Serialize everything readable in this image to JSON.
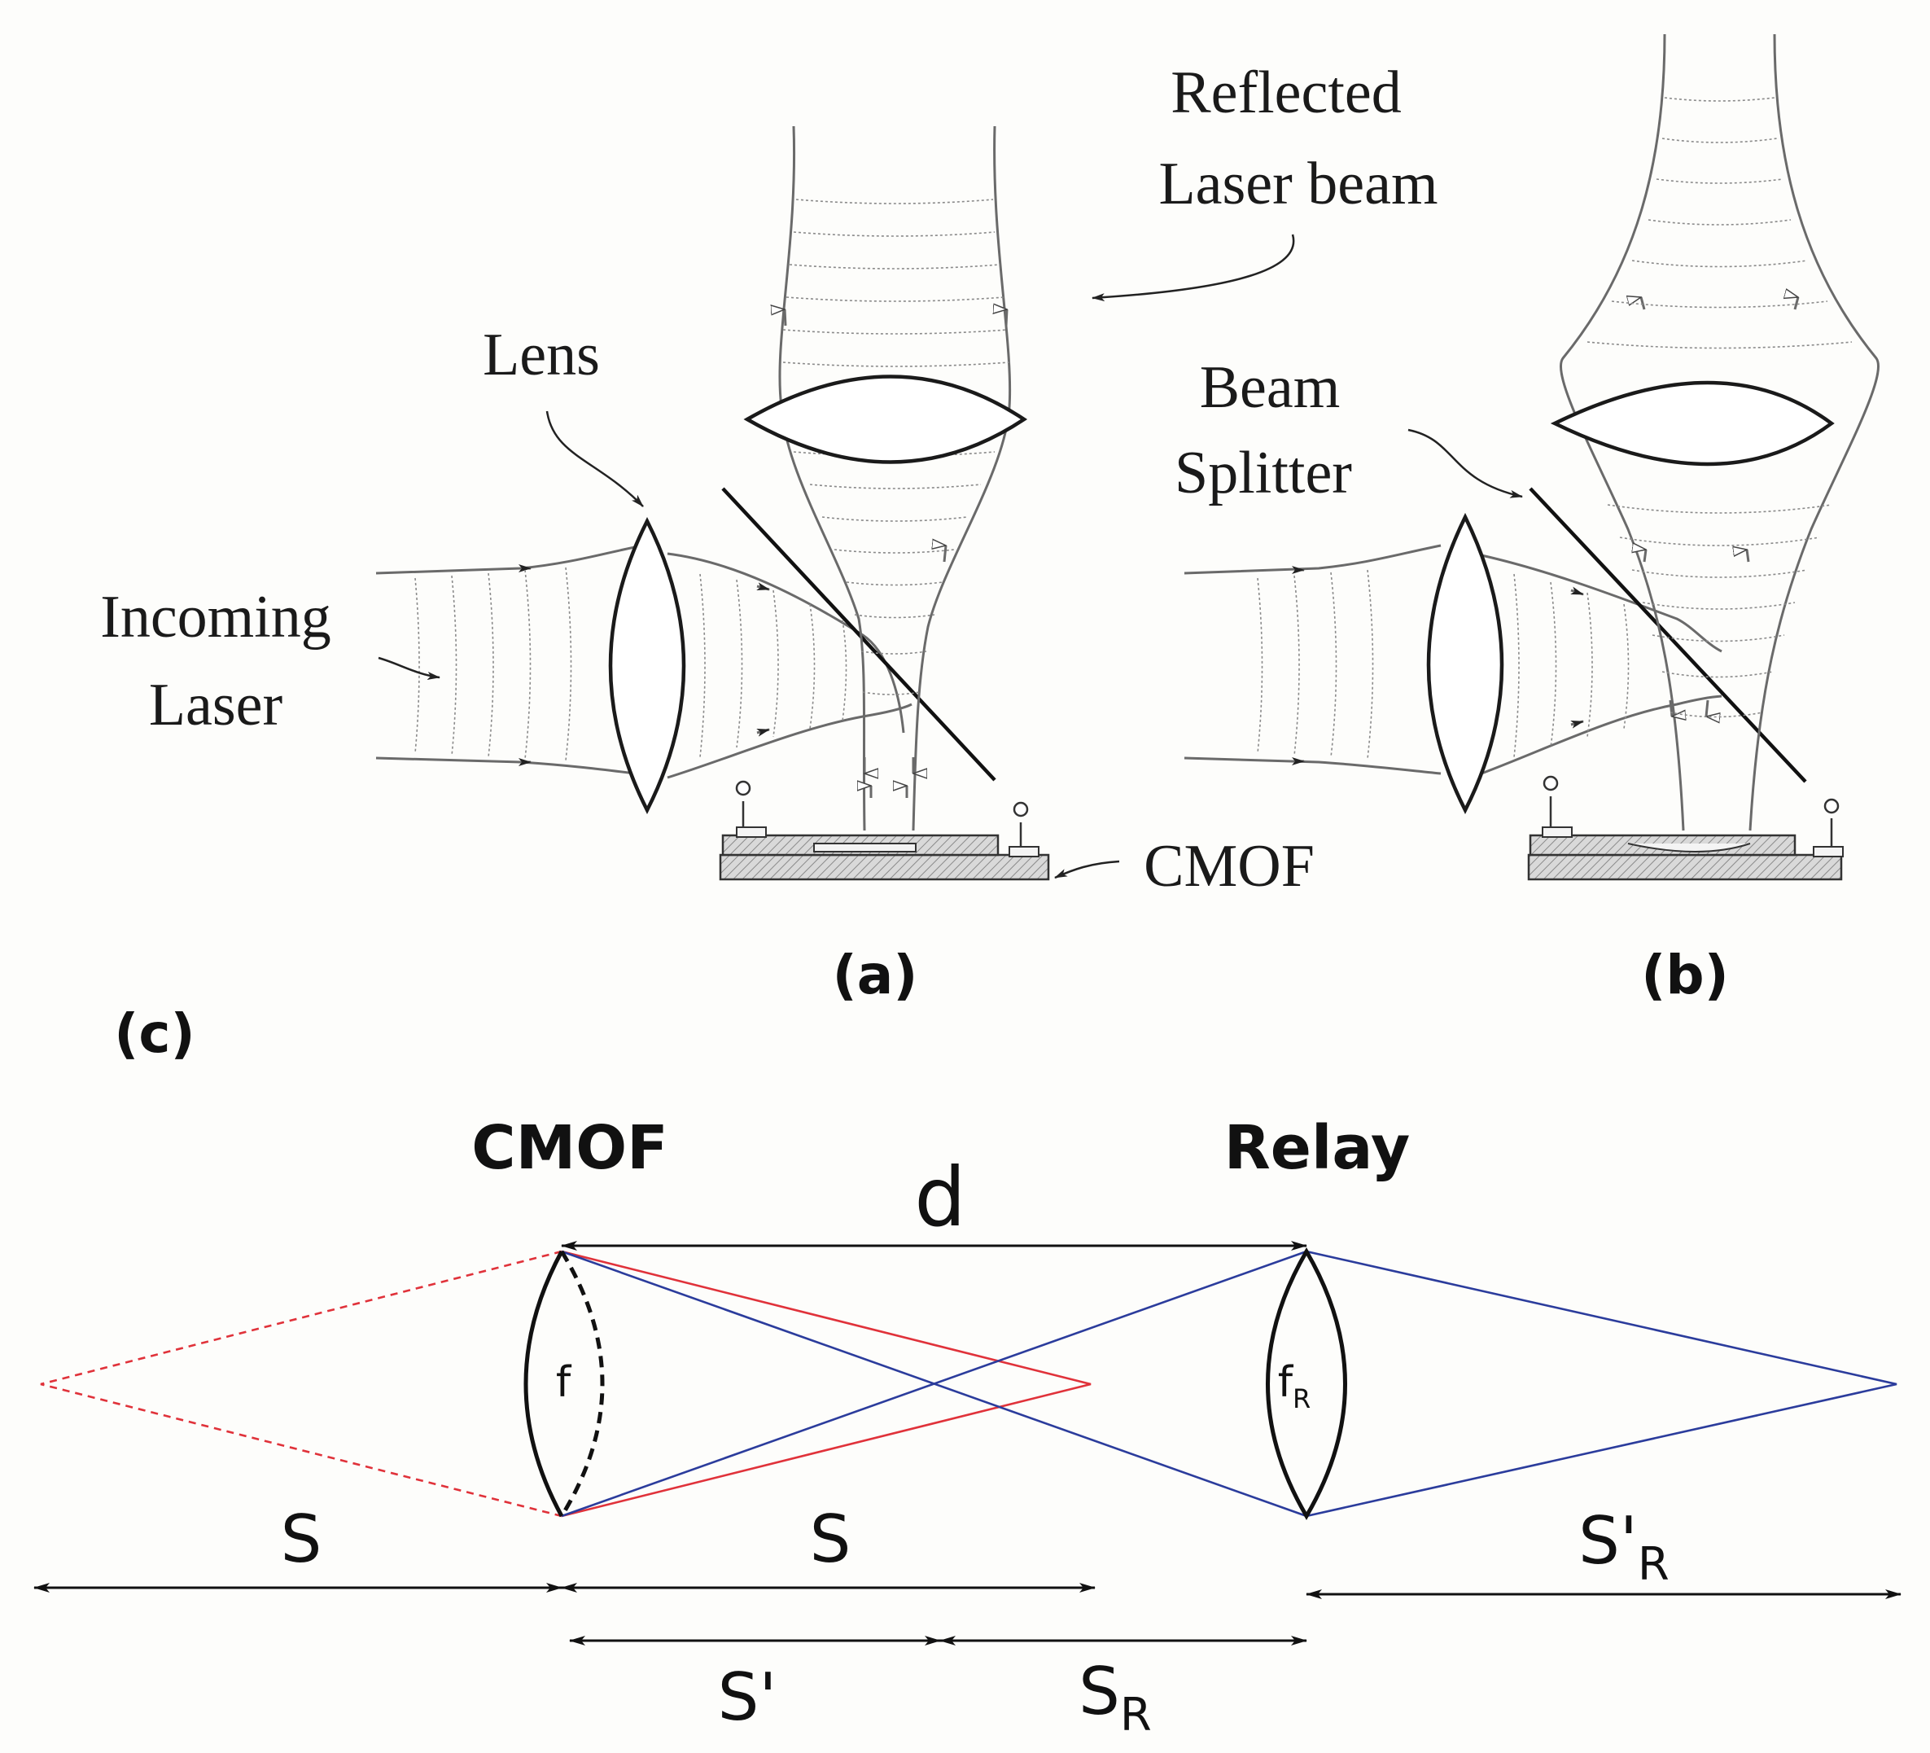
{
  "panel_a": {
    "label": "(a)",
    "annotations": {
      "reflected": [
        "Reflected",
        "Laser beam"
      ],
      "lens": "Lens",
      "incoming": [
        "Incoming",
        "Laser"
      ],
      "cmof": "CMOF"
    }
  },
  "panel_b": {
    "label": "(b)",
    "annotations": {
      "beam_splitter": [
        "Beam",
        "Splitter"
      ]
    }
  },
  "panel_c": {
    "label": "(c)",
    "cmof_title": "CMOF",
    "relay_title": "Relay",
    "d_label": "d",
    "f_label": "f",
    "fr_label": {
      "main": "f",
      "sub": "R"
    },
    "s_left_label": "S",
    "s_right_label": "S",
    "s_prime_label": "S'",
    "s_r_label": {
      "main": "S",
      "sub": "R"
    },
    "s_prime_r_label": {
      "main": "S'",
      "sub": "R"
    }
  },
  "colors": {
    "blue_rays": "#2b3c9c",
    "red_rays": "#e0323a",
    "ink": "#111111"
  }
}
